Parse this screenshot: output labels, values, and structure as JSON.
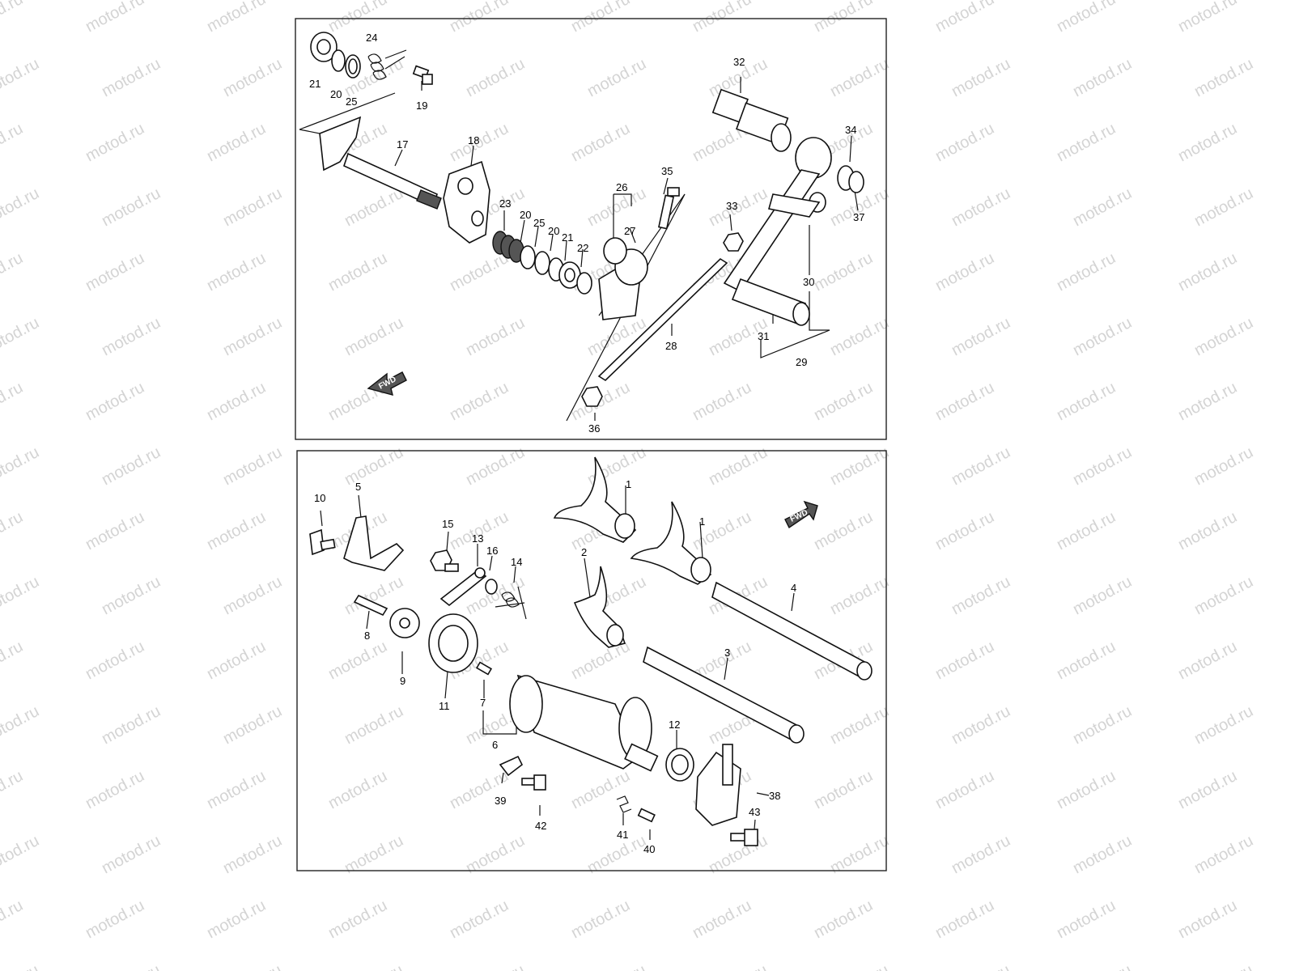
{
  "watermark": "motod.ru",
  "fwd_label": "FWD",
  "upper_panel": {
    "labels": [
      "21",
      "20",
      "25",
      "24",
      "19",
      "17",
      "18",
      "23",
      "20",
      "25",
      "20",
      "21",
      "22",
      "26",
      "27",
      "35",
      "32",
      "34",
      "37",
      "33",
      "30",
      "31",
      "28",
      "29",
      "36"
    ]
  },
  "lower_panel": {
    "labels": [
      "10",
      "5",
      "15",
      "13",
      "16",
      "14",
      "8",
      "9",
      "11",
      "7",
      "6",
      "1",
      "1",
      "2",
      "4",
      "3",
      "12",
      "38",
      "39",
      "42",
      "41",
      "40",
      "43"
    ]
  }
}
